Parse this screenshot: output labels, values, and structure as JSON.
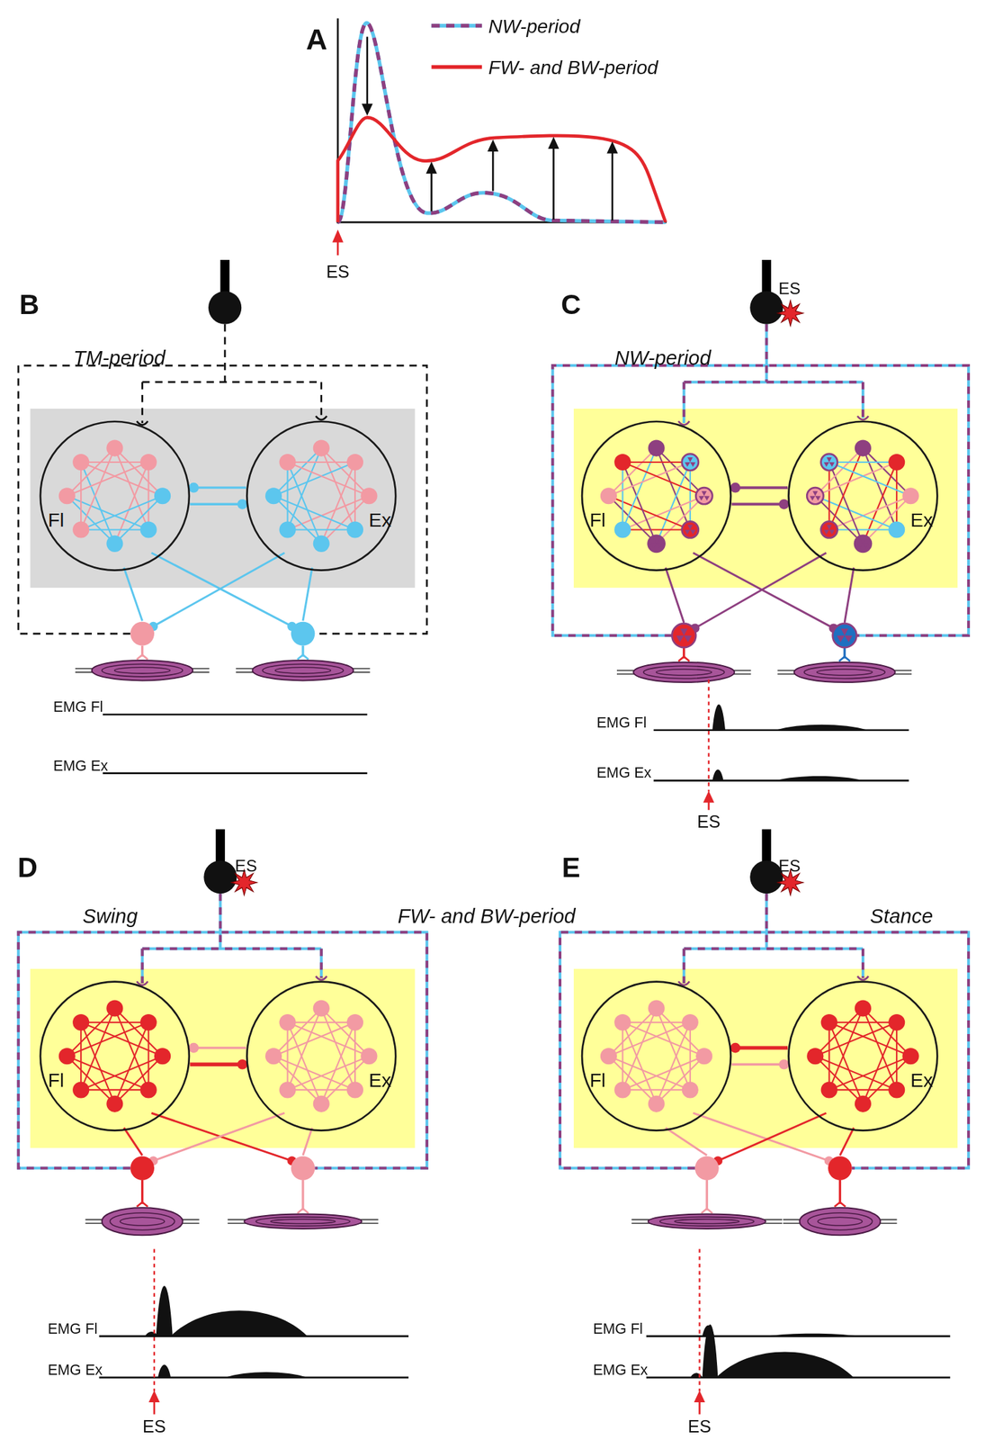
{
  "diagram": {
    "nodes": [
      {
        "text": [
          "Fl"
        ]
      },
      {
        "text": [
          "Ex"
        ]
      },
      {
        "text": [
          "Fl"
        ]
      },
      {
        "text": [
          "Ex"
        ]
      },
      {
        "text": [
          "Fl"
        ]
      },
      {
        "text": [
          "Ex"
        ]
      },
      {
        "text": [
          "Fl"
        ]
      },
      {
        "text": [
          "Ex"
        ]
      }
    ],
    "edges": [
      {
        "from": 1,
        "to": 0,
        "arrow": "to"
      },
      {
        "from": 0,
        "to": 1,
        "arrow": "to"
      },
      {
        "from": 3,
        "to": 2,
        "arrow": "to"
      },
      {
        "from": 2,
        "to": 3,
        "arrow": "to"
      },
      {
        "from": 5,
        "to": 4,
        "arrow": "to"
      },
      {
        "from": 4,
        "to": 5,
        "arrow": "to"
      },
      {
        "from": 7,
        "to": 6,
        "arrow": "to"
      },
      {
        "from": 6,
        "to": 7,
        "arrow": "to"
      }
    ],
    "labels": [
      "A",
      "ES",
      "B",
      "TM-period",
      "EMG Fl",
      "EMG Ex",
      "C",
      "ES",
      "NW-period",
      "EMG Fl",
      "EMG Ex",
      "ES",
      "D",
      "ES",
      "Swing",
      "FW- and BW-period",
      "EMG Fl",
      "EMG Ex",
      "ES",
      "E",
      "ES",
      "Stance",
      "EMG Fl",
      "EMG Ex",
      "ES"
    ],
    "legend": [
      {
        "text": "NW-period"
      },
      {
        "text": "FW- and BW-period"
      }
    ]
  }
}
